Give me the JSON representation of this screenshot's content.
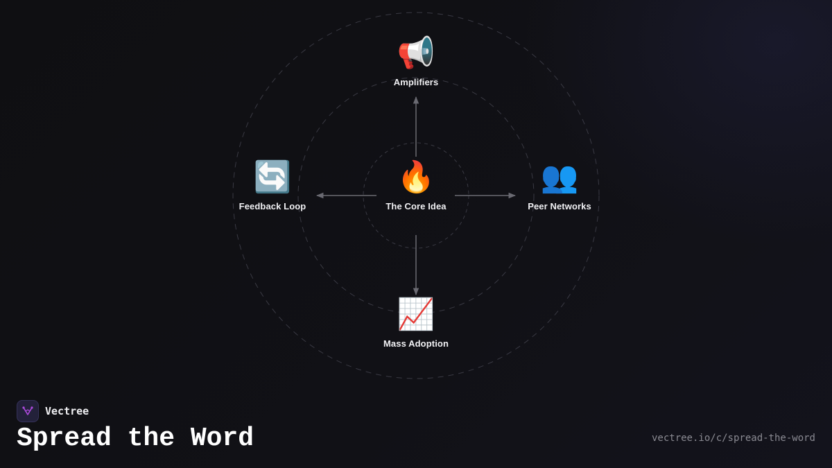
{
  "diagram": {
    "center": {
      "icon": "🔥",
      "icon_name": "fire-icon",
      "label": "The Core Idea"
    },
    "nodes": [
      {
        "icon": "📢",
        "icon_name": "megaphone-icon",
        "label": "Amplifiers"
      },
      {
        "icon": "👥",
        "icon_name": "people-icon",
        "label": "Peer Networks"
      },
      {
        "icon": "📈",
        "icon_name": "chart-increasing-icon",
        "label": "Mass Adoption"
      },
      {
        "icon": "🔄",
        "icon_name": "cycle-arrows-icon",
        "label": "Feedback Loop"
      }
    ],
    "colors": {
      "ring": "#3a3a44",
      "arrow": "#6a6a72",
      "text": "#f1f1f4",
      "logo_accent": "#b04be0"
    }
  },
  "footer": {
    "brand_name": "Vectree",
    "title": "Spread the Word",
    "url": "vectree.io/c/spread-the-word"
  }
}
